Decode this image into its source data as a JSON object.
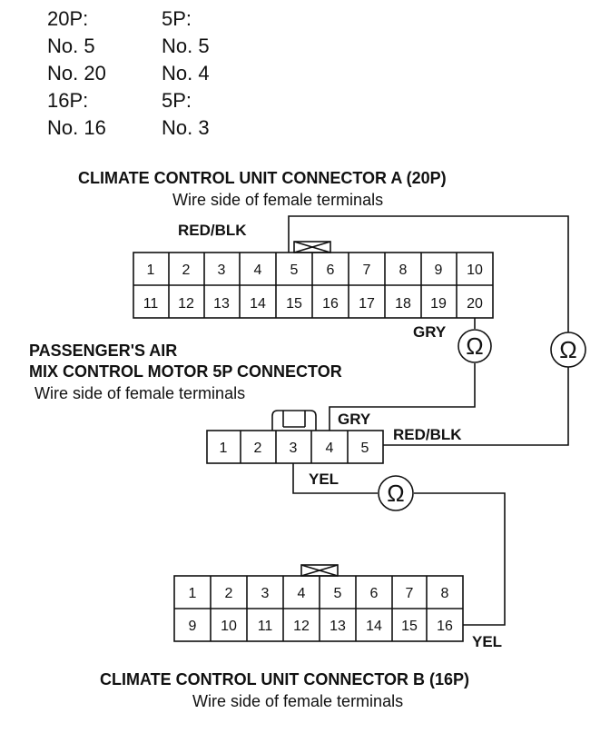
{
  "pin_list": [
    {
      "left": "20P:",
      "right": "5P:"
    },
    {
      "left": "No. 5",
      "right": "No. 5"
    },
    {
      "left": "No. 20",
      "right": "No. 4"
    },
    {
      "left": "16P:",
      "right": "5P:"
    },
    {
      "left": "No. 16",
      "right": "No. 3"
    }
  ],
  "connector_a": {
    "title": "CLIMATE CONTROL UNIT CONNECTOR A (20P)",
    "subtitle": "Wire side of female terminals",
    "row1": [
      "1",
      "2",
      "3",
      "4",
      "5",
      "6",
      "7",
      "8",
      "9",
      "10"
    ],
    "row2": [
      "11",
      "12",
      "13",
      "14",
      "15",
      "16",
      "17",
      "18",
      "19",
      "20"
    ]
  },
  "motor": {
    "title_line1": "PASSENGER'S AIR",
    "title_line2": "MIX CONTROL MOTOR 5P CONNECTOR",
    "subtitle": "Wire side of female terminals",
    "pins": [
      "1",
      "2",
      "3",
      "4",
      "5"
    ]
  },
  "connector_b": {
    "title": "CLIMATE CONTROL UNIT CONNECTOR B (16P)",
    "subtitle": "Wire side of female terminals",
    "row1": [
      "1",
      "2",
      "3",
      "4",
      "5",
      "6",
      "7",
      "8"
    ],
    "row2": [
      "9",
      "10",
      "11",
      "12",
      "13",
      "14",
      "15",
      "16"
    ]
  },
  "wire_labels": {
    "red_blk_top": "RED/BLK",
    "gry_a": "GRY",
    "gry_motor": "GRY",
    "red_blk_motor": "RED/BLK",
    "yel_motor": "YEL",
    "yel_b": "YEL"
  },
  "meter_symbol": "Ω"
}
